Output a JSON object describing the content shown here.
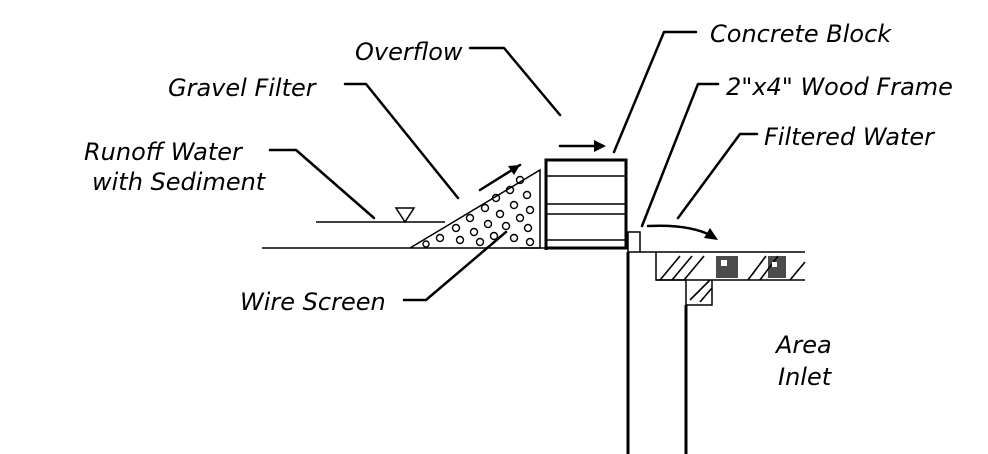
{
  "labels": {
    "concrete_block": "Concrete Block",
    "overflow": "Overflow",
    "wood_frame": "2\"x4\" Wood Frame",
    "gravel_filter": "Gravel Filter",
    "filtered_water": "Filtered Water",
    "runoff_line1": "Runoff Water",
    "runoff_line2": "with Sediment",
    "wire_screen": "Wire Screen",
    "area_line1": "Area",
    "area_line2": "Inlet"
  }
}
